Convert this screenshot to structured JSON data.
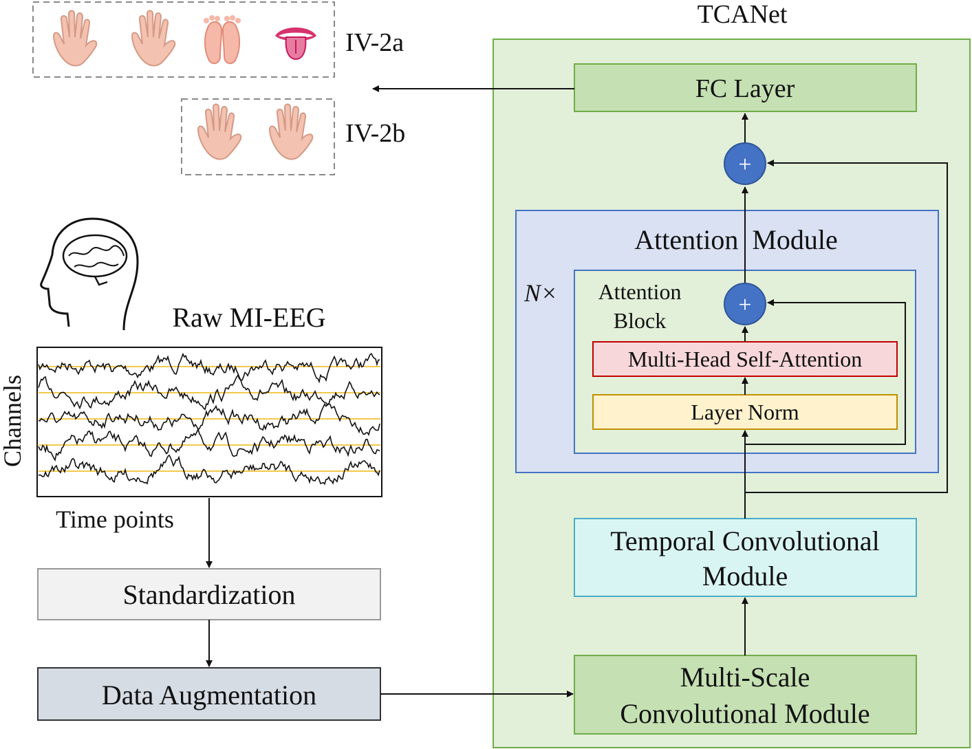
{
  "tcanet": {
    "title": "TCANet",
    "fc_layer": "FC Layer",
    "attention_module": {
      "title": "Attention  Module",
      "repeat_label": "N×"
    },
    "attention_block": {
      "line1": "Attention",
      "line2": "Block"
    },
    "mhsa": "Multi-Head Self-Attention",
    "layer_norm": "Layer Norm",
    "plus_symbol": "+",
    "tcm": {
      "line1": "Temporal Convolutional",
      "line2": "Module"
    },
    "mscm": {
      "line1": "Multi-Scale",
      "line2": "Convolutional Module"
    }
  },
  "datasets": {
    "iv2a": {
      "label": "IV-2a",
      "icons": [
        "left-hand-icon",
        "right-hand-icon",
        "feet-icon",
        "tongue-icon"
      ]
    },
    "iv2b": {
      "label": "IV-2b",
      "icons": [
        "left-hand-icon",
        "right-hand-icon"
      ]
    }
  },
  "eeg": {
    "title": "Raw MI-EEG",
    "ylabel": "Channels",
    "xlabel": "Time points",
    "channel_count": 5
  },
  "pipeline": {
    "standardization": "Standardization",
    "augmentation": "Data Augmentation"
  },
  "colors": {
    "tcanet_bg": "#e2efd9",
    "tcanet_border": "#70ad47",
    "fc_fill": "#c5e0b3",
    "attention_fill": "#d9e1f2",
    "attention_border": "#4472c4",
    "block_fill": "#e2efd9",
    "plus_fill": "#4472c4",
    "mhsa_fill": "#f8d7da",
    "mhsa_border": "#c00000",
    "layernorm_fill": "#fff2cc",
    "layernorm_border": "#bf9000",
    "tcm_fill": "#d9f5f3",
    "tcm_border": "#4bacc6",
    "standardization_fill": "#f2f2f2",
    "augmentation_fill": "#d6dce4",
    "eeg_baseline": "#f2c94c",
    "skin": "#f4c2b0"
  }
}
